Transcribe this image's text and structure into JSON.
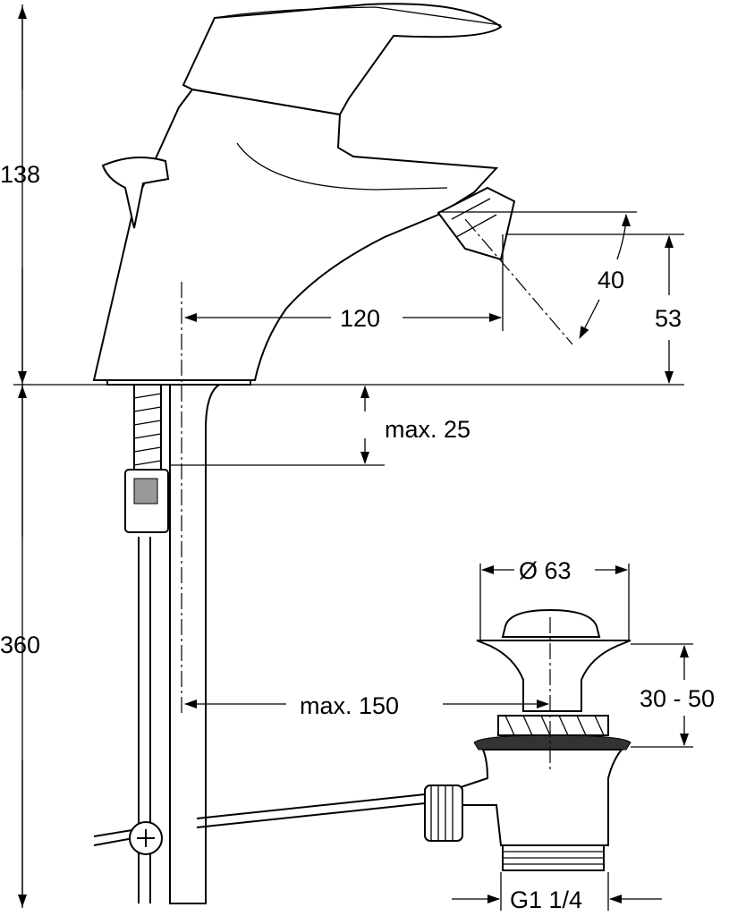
{
  "dimensions": {
    "height_above_deck": "138",
    "height_below_deck": "360",
    "spout_reach": "120",
    "spray_angle": "40",
    "spout_height": "53",
    "max_deck_thickness": "max. 25",
    "max_waste_offset": "max. 150",
    "waste_diameter": "Ø 63",
    "waste_adjust_range": "30 - 50",
    "waste_thread": "G1 1/4"
  }
}
